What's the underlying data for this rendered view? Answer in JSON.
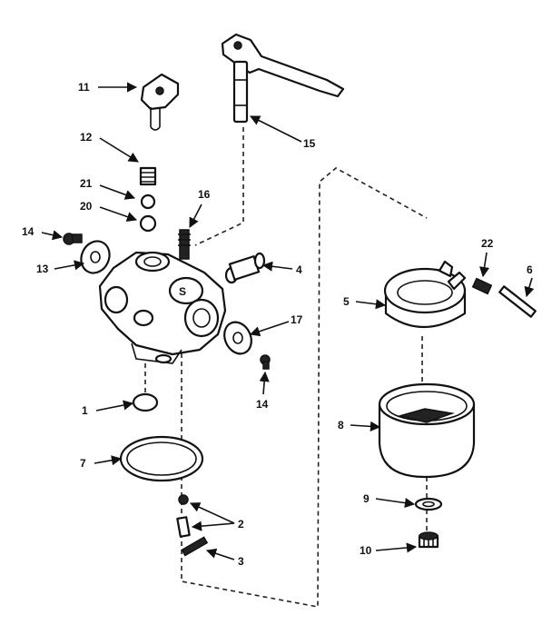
{
  "diagram": {
    "callouts": [
      {
        "id": "c11a",
        "text": "11"
      },
      {
        "id": "c12",
        "text": "12"
      },
      {
        "id": "c21",
        "text": "21"
      },
      {
        "id": "c20",
        "text": "20"
      },
      {
        "id": "c14a",
        "text": "14"
      },
      {
        "id": "c13",
        "text": "13"
      },
      {
        "id": "c16",
        "text": "16"
      },
      {
        "id": "c15",
        "text": "15"
      },
      {
        "id": "c4",
        "text": "4"
      },
      {
        "id": "c17",
        "text": "17"
      },
      {
        "id": "c14b",
        "text": "14"
      },
      {
        "id": "c1",
        "text": "1"
      },
      {
        "id": "c7",
        "text": "7"
      },
      {
        "id": "c2",
        "text": "2"
      },
      {
        "id": "c3",
        "text": "3"
      },
      {
        "id": "c22",
        "text": "22"
      },
      {
        "id": "c6a",
        "text": "6"
      },
      {
        "id": "c5",
        "text": "5"
      },
      {
        "id": "c8",
        "text": "8"
      },
      {
        "id": "c9",
        "text": "9"
      },
      {
        "id": "c10",
        "text": "10"
      }
    ]
  }
}
